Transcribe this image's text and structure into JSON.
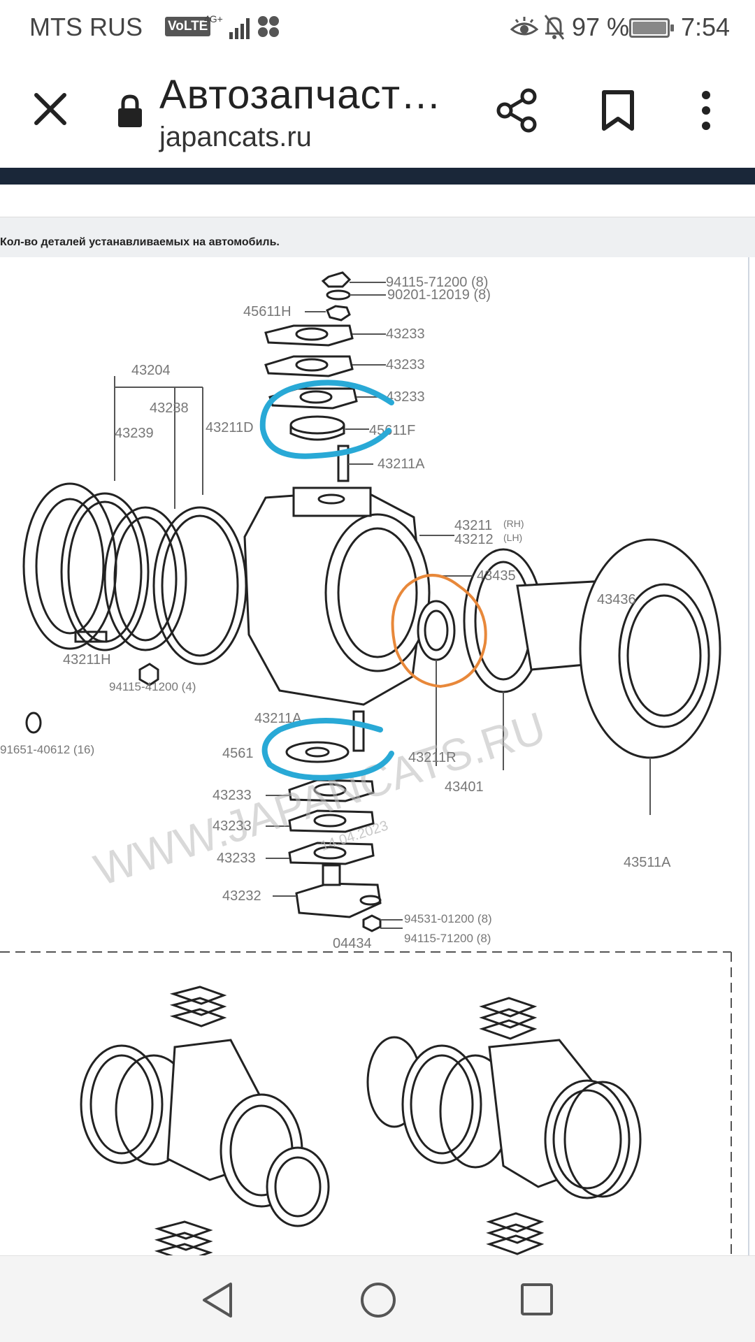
{
  "status_bar": {
    "carrier": "MTS RUS",
    "volte": "VoLTE",
    "network": "4G+",
    "battery_percent": "97 %",
    "time": "7:54"
  },
  "browser": {
    "page_title": "Автозапчаст…",
    "url": "japancats.ru"
  },
  "page": {
    "qty_note": "Кол-во деталей устанавливаемых на автомобиль."
  },
  "diagram": {
    "labels": {
      "l_94115_71200_top": "94115-71200 (8)",
      "l_90201": "90201-12019 (8)",
      "l_45611h": "45611H",
      "l_43233_a": "43233",
      "l_43233_b": "43233",
      "l_43233_c": "43233",
      "l_43204": "43204",
      "l_43238": "43238",
      "l_43239": "43239",
      "l_43211d": "43211D",
      "l_45611f_top": "45611F",
      "l_43211a_top": "43211A",
      "l_43211_rh": "43211",
      "l_rh": "(RH)",
      "l_43212_lh": "43212",
      "l_lh": "(LH)",
      "l_43435": "43435",
      "l_43436": "43436",
      "l_43211h": "43211H",
      "l_94115_41200": "94115-41200 (4)",
      "l_91651": "91651-40612 (16)",
      "l_43211a_bot": "43211A",
      "l_4561f_bot": "4561",
      "l_43211r": "43211R",
      "l_43401": "43401",
      "l_43233_d": "43233",
      "l_43233_e": "43233",
      "l_43233_f": "43233",
      "l_43232": "43232",
      "l_94531": "94531-01200 (8)",
      "l_94115_71200_bot": "94115-71200 (8)",
      "l_43511a": "43511A",
      "l_04434": "04434"
    },
    "watermark": "WWW.JAPANCATS.RU",
    "date_stamp": "14.04.2023",
    "highlight_colors": {
      "blue": "#29a9d6",
      "orange": "#e8883a"
    }
  },
  "icons": {
    "close": "close-icon",
    "lock": "lock-icon",
    "share": "share-icon",
    "bookmark": "bookmark-icon",
    "more": "more-vert-icon",
    "back": "nav-back-icon",
    "home": "nav-home-icon",
    "recent": "nav-recent-icon"
  }
}
